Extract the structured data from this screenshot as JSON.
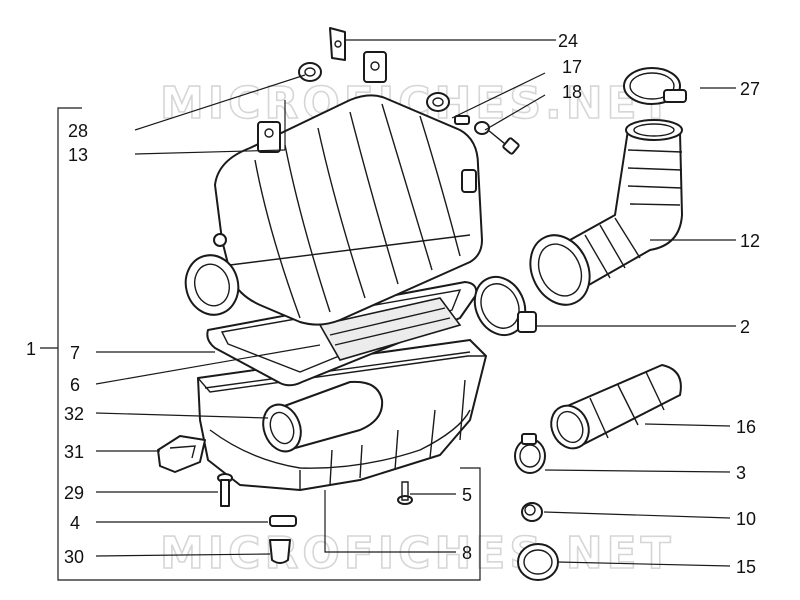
{
  "watermark": {
    "text": "MICROFICHES.NET"
  },
  "callouts": {
    "c1": "1",
    "c2": "2",
    "c3": "3",
    "c4": "4",
    "c5": "5",
    "c6": "6",
    "c7": "7",
    "c8": "8",
    "c10": "10",
    "c12": "12",
    "c13": "13",
    "c15": "15",
    "c16": "16",
    "c17": "17",
    "c18": "18",
    "c24": "24",
    "c27": "27",
    "c28": "28",
    "c29": "29",
    "c30": "30",
    "c31": "31",
    "c32": "32"
  }
}
